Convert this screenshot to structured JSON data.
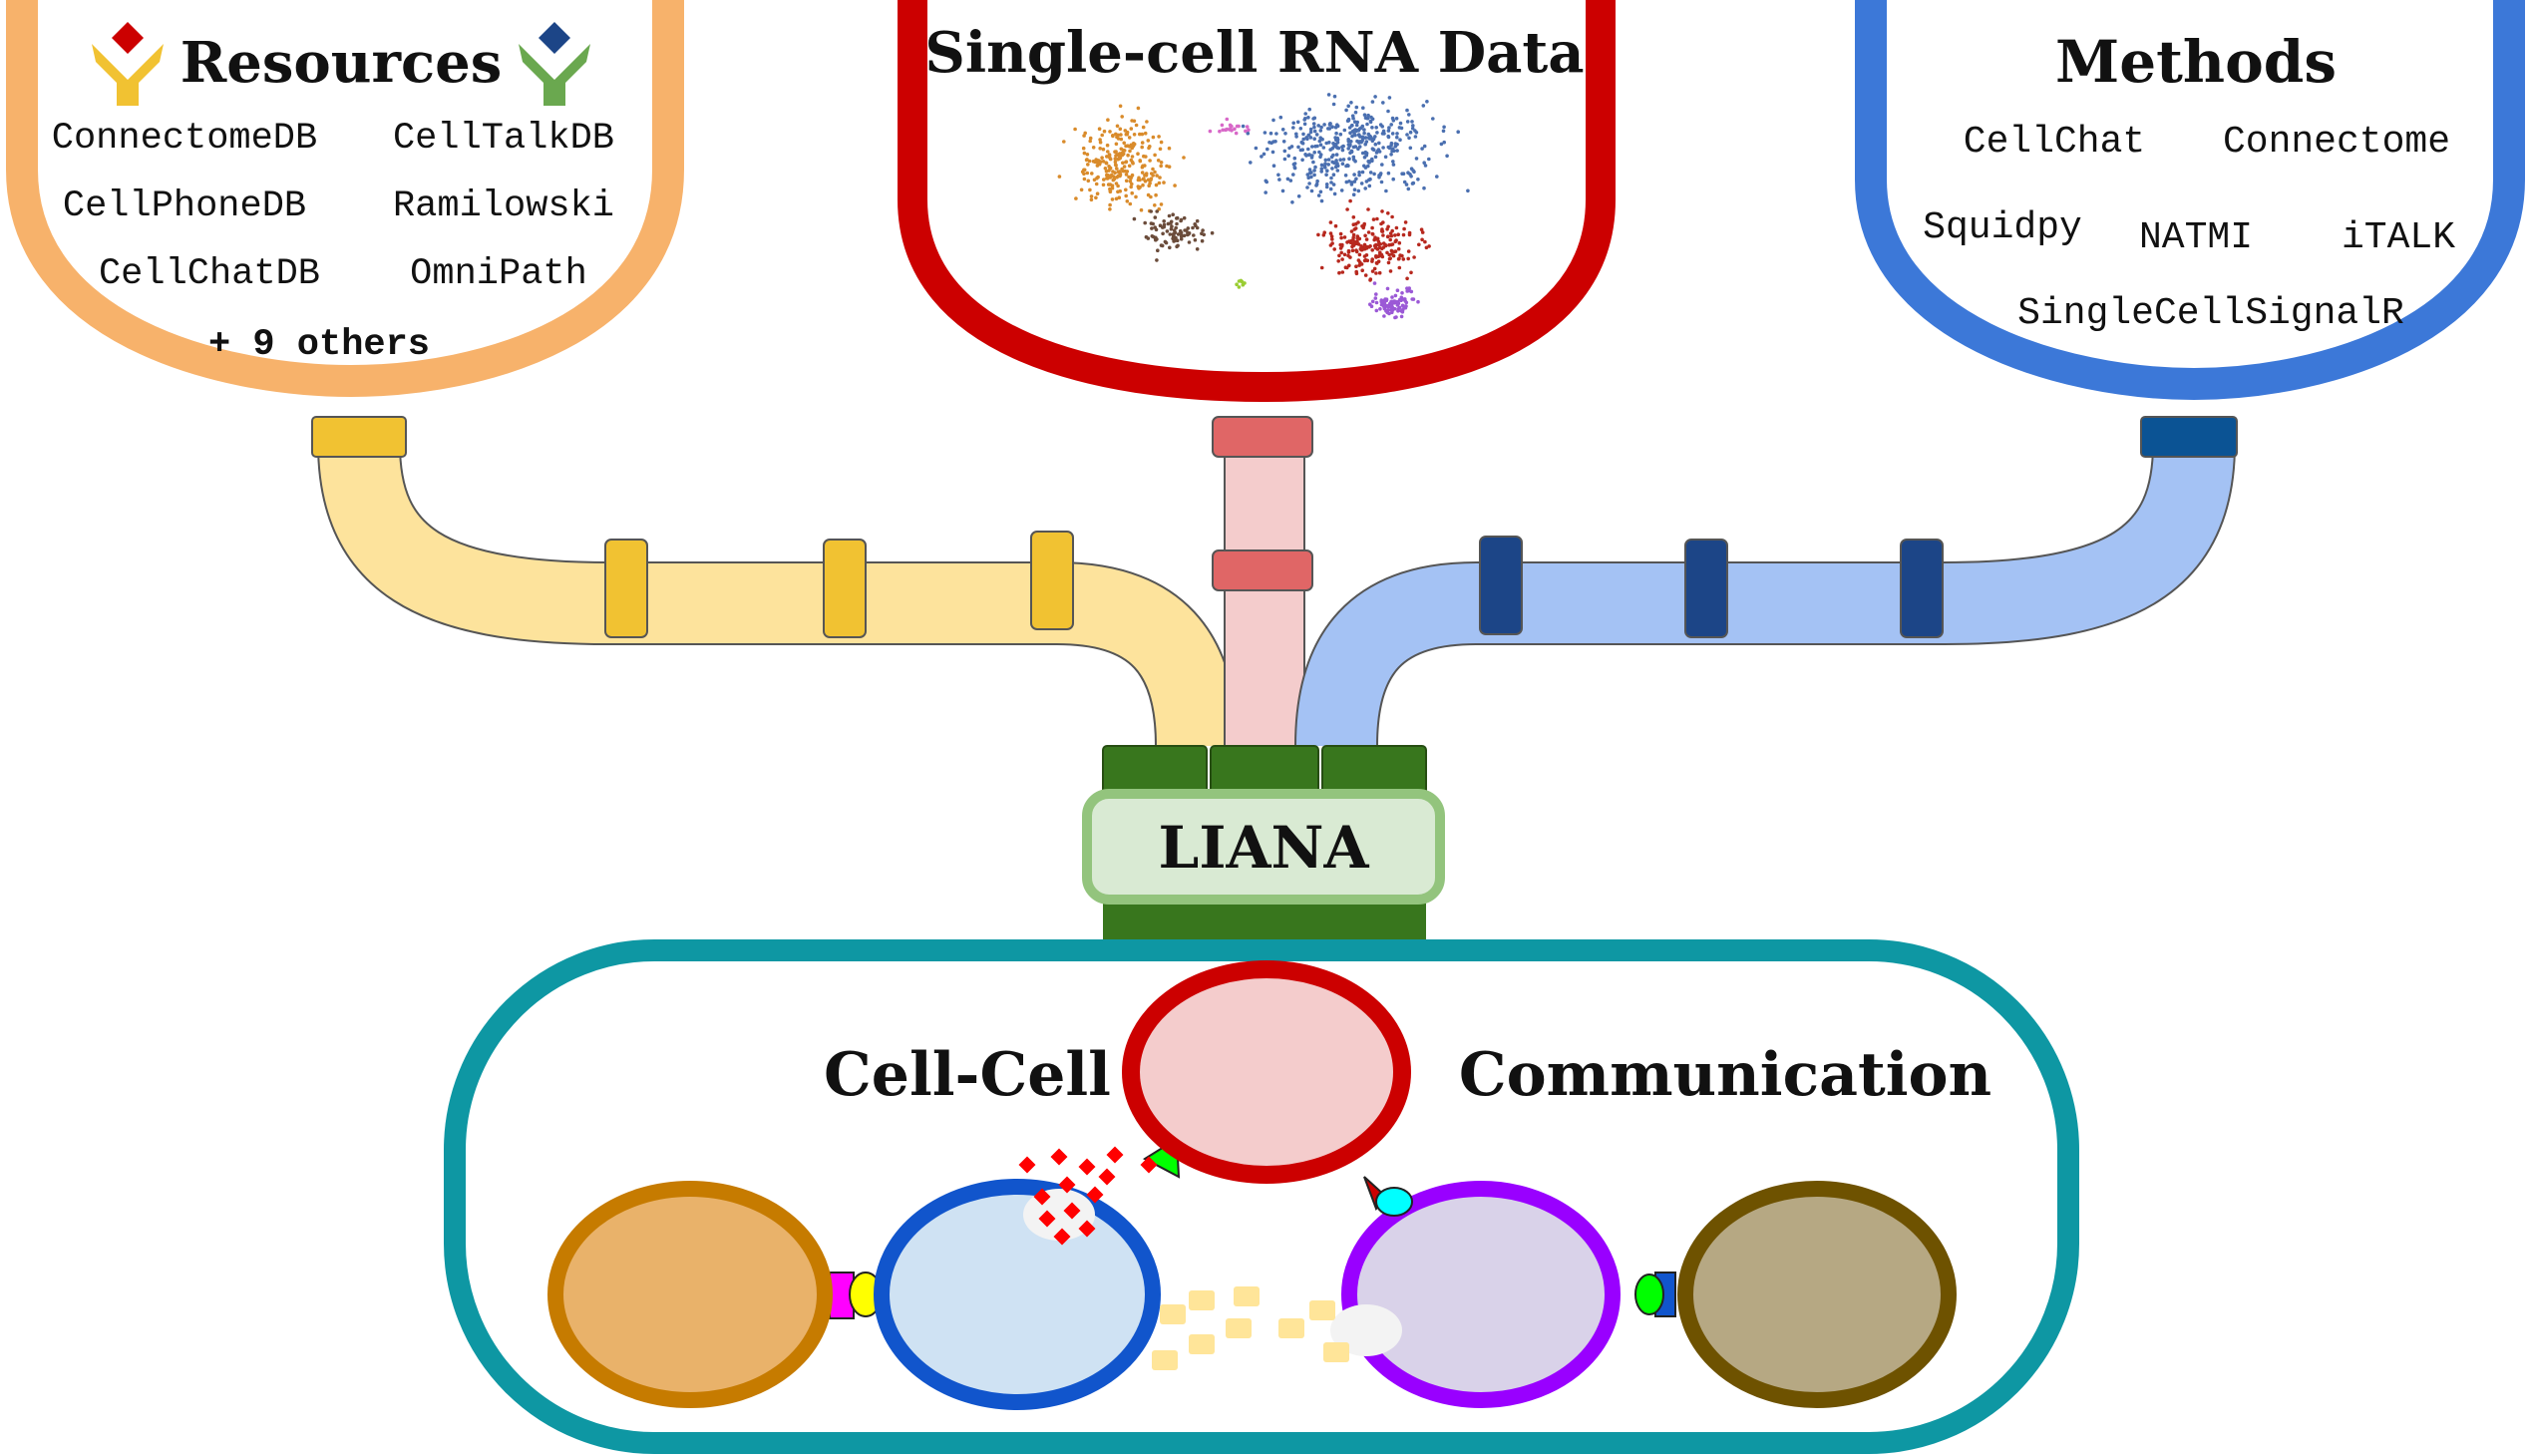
{
  "colors": {
    "resources_outline": "#f7b26b",
    "resources_pipe": "#fde39c",
    "resources_joint": "#f1c232",
    "data_outline": "#cc0000",
    "data_pipe": "#f4cccc",
    "data_joint": "#e06666",
    "methods_outline": "#3c78d8",
    "methods_pipe": "#a4c2f4",
    "methods_joint": "#1c4587",
    "liana_fill": "#d9ead3",
    "liana_border": "#93c47d",
    "liana_connector": "#38761d",
    "communication_border": "#0e97a3"
  },
  "resources": {
    "title": "Resources",
    "items": [
      "ConnectomeDB",
      "CellTalkDB",
      "CellPhoneDB",
      "Ramilowski",
      "CellChatDB",
      "OmniPath"
    ],
    "more": "+ 9 others"
  },
  "data": {
    "title": "Single-cell RNA Data",
    "umap_icon": "umap-scatter-icon"
  },
  "methods": {
    "title": "Methods",
    "items": [
      "CellChat",
      "Connectome",
      "Squidpy",
      "NATMI",
      "iTALK",
      "SingleCellSignalR"
    ]
  },
  "liana": {
    "label": "LIANA"
  },
  "communication": {
    "title_left": "Cell-Cell",
    "title_right": "Communication",
    "cells": [
      {
        "name": "orange-cell",
        "fill": "#e9b26a",
        "stroke": "#c67b00"
      },
      {
        "name": "blue-cell",
        "fill": "#cfe2f3",
        "stroke": "#1155cc"
      },
      {
        "name": "pink-cell",
        "fill": "#f4cccc",
        "stroke": "#cc0000"
      },
      {
        "name": "purple-cell",
        "fill": "#d9d2e9",
        "stroke": "#9900ff"
      },
      {
        "name": "olive-cell",
        "fill": "#b6a883",
        "stroke": "#6e5200"
      }
    ]
  }
}
